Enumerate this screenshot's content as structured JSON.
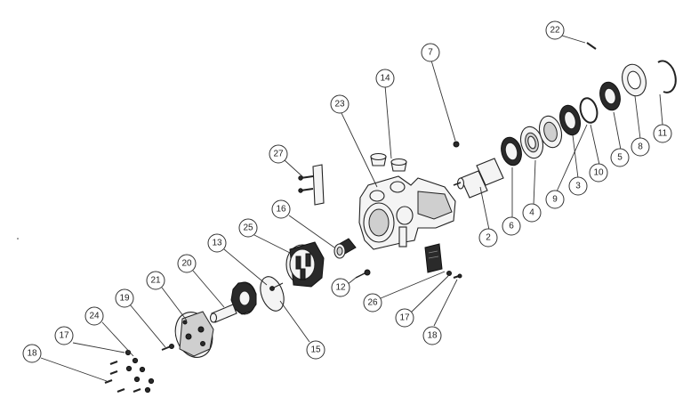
{
  "callouts": [
    {
      "id": "c22",
      "label": "22"
    },
    {
      "id": "c7",
      "label": "7"
    },
    {
      "id": "c14",
      "label": "14"
    },
    {
      "id": "c23",
      "label": "23"
    },
    {
      "id": "c27",
      "label": "27"
    },
    {
      "id": "c16",
      "label": "16"
    },
    {
      "id": "c25",
      "label": "25"
    },
    {
      "id": "c13",
      "label": "13"
    },
    {
      "id": "c20",
      "label": "20"
    },
    {
      "id": "c21",
      "label": "21"
    },
    {
      "id": "c19",
      "label": "19"
    },
    {
      "id": "c24",
      "label": "24"
    },
    {
      "id": "c17a",
      "label": "17"
    },
    {
      "id": "c18a",
      "label": "18"
    },
    {
      "id": "c15",
      "label": "15"
    },
    {
      "id": "c12",
      "label": "12"
    },
    {
      "id": "c26",
      "label": "26"
    },
    {
      "id": "c17b",
      "label": "17"
    },
    {
      "id": "c18b",
      "label": "18"
    },
    {
      "id": "c2",
      "label": "2"
    },
    {
      "id": "c6",
      "label": "6"
    },
    {
      "id": "c4",
      "label": "4"
    },
    {
      "id": "c9",
      "label": "9"
    },
    {
      "id": "c3",
      "label": "3"
    },
    {
      "id": "c10",
      "label": "10"
    },
    {
      "id": "c5",
      "label": "5"
    },
    {
      "id": "c8",
      "label": "8"
    },
    {
      "id": "c11",
      "label": "11"
    }
  ]
}
